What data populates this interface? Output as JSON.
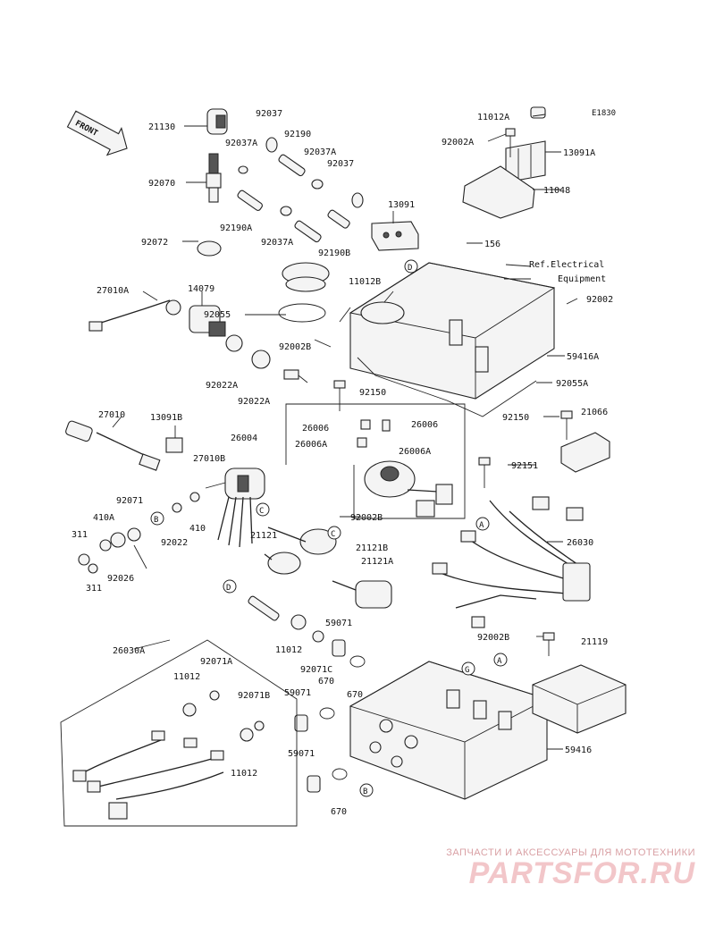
{
  "diagram_code": "E1830",
  "front_label": "FRONT",
  "ref_note_line1": "Ref.Electrical",
  "ref_note_line2": "Equipment",
  "part_labels": [
    "21130",
    "92037",
    "92190",
    "92037A",
    "92037A",
    "92037",
    "92070",
    "92190A",
    "92037A",
    "92190B",
    "92072",
    "13091",
    "11012A",
    "92002A",
    "13091A",
    "11048",
    "156",
    "27010A",
    "14079",
    "11012B",
    "92055",
    "92002",
    "92002B",
    "59416A",
    "92022A",
    "92022A",
    "92150",
    "92055A",
    "26006",
    "26006",
    "27010",
    "13091B",
    "26004",
    "26006A",
    "26006A",
    "92150",
    "21066",
    "27010B",
    "92151",
    "92071",
    "410A",
    "311",
    "92022",
    "410",
    "92002B",
    "21121",
    "21121B",
    "21121A",
    "26030",
    "311",
    "92026",
    "59071",
    "92002B",
    "21119",
    "11012",
    "92071C",
    "26030A",
    "92071A",
    "670",
    "670",
    "11012",
    "92071B",
    "59071",
    "59416",
    "59071",
    "11012",
    "670"
  ],
  "callouts": [
    "D",
    "D",
    "C",
    "C",
    "A",
    "A",
    "B",
    "B",
    "G",
    "A"
  ],
  "watermark": {
    "tagline": "ЗАПЧАСТИ И АКСЕССУАРЫ ДЛЯ МОТОТЕХНИКИ",
    "logo": "PARTSFOR.RU"
  }
}
